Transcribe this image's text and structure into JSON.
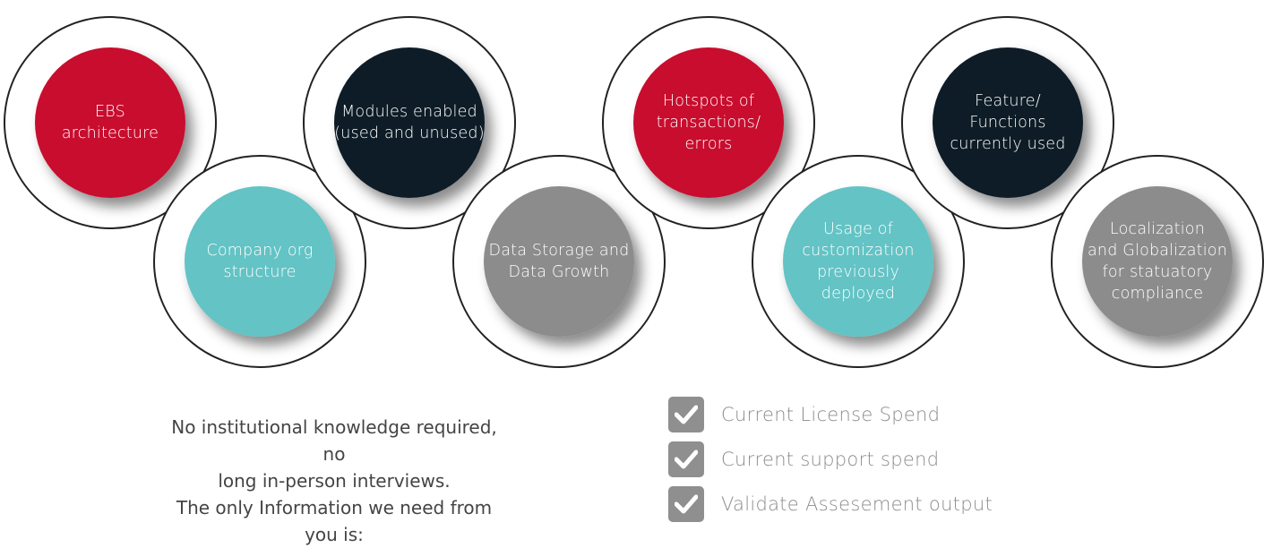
{
  "colors": {
    "red": "#c8102e",
    "navy": "#0f1a28",
    "teal": "#63c3c5",
    "gray": "#8c8c8c",
    "ring": "#222222",
    "check_box": "#8f8f8f"
  },
  "steps": [
    {
      "label": "EBS\narchitecture",
      "color": "red"
    },
    {
      "label": "Company org\nstructure",
      "color": "teal"
    },
    {
      "label": "Modules enabled\n(used and unused)",
      "color": "navy"
    },
    {
      "label": "Data Storage and\nData Growth",
      "color": "gray"
    },
    {
      "label": "Hotspots of\ntransactions/\nerrors",
      "color": "red"
    },
    {
      "label": "Usage of\ncustomization\npreviously\ndeployed",
      "color": "teal"
    },
    {
      "label": "Feature/\nFunctions\ncurrently used",
      "color": "navy"
    },
    {
      "label": "Localization\nand Globalization\nfor statuatory\ncompliance",
      "color": "gray"
    }
  ],
  "intro": {
    "line1": "No institutional knowledge required, no",
    "line2": "long in-person interviews.",
    "line3": "The only Information we need from you is:"
  },
  "checklist": {
    "icon": "checkmark-icon",
    "items": [
      "Current License Spend",
      "Current support spend",
      "Validate Assesement output"
    ]
  }
}
